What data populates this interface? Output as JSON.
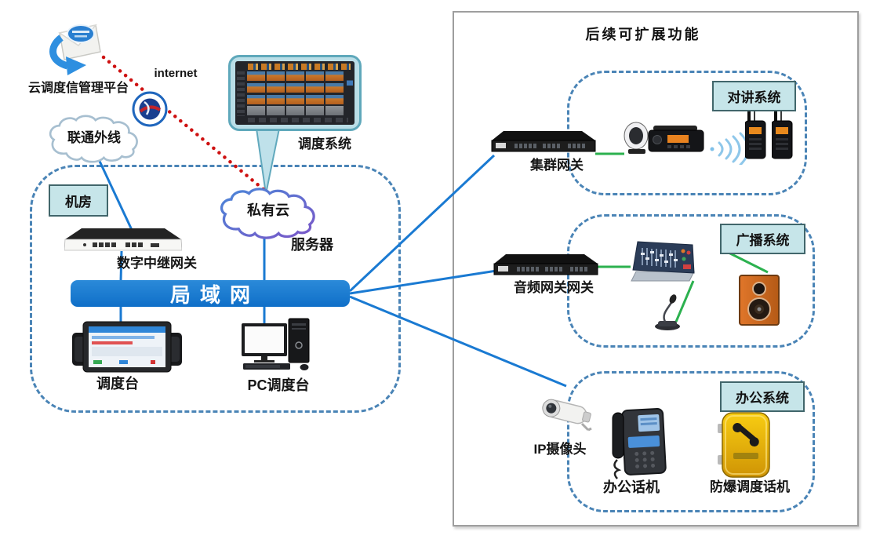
{
  "diagram": {
    "platform_label": "云调度信管理平台",
    "internet_label": "internet",
    "unicom_cloud": "联通外线",
    "room": "机房",
    "trunk_gateway": "数字中继网关",
    "private_cloud": "私有云",
    "server": "服务器",
    "dispatch_system": "调度系统",
    "lan": "局域网",
    "console": "调度台",
    "pc_console": "PC调度台"
  },
  "expansion": {
    "title": "后续可扩展功能",
    "groups": [
      {
        "device": "集群网关",
        "system": "对讲系统"
      },
      {
        "device": "音频网关网关",
        "system": "广播系统"
      },
      {
        "camera": "IP摄像头",
        "office_phone": "办公话机",
        "exproof_phone": "防爆调度话机",
        "system": "办公系统"
      }
    ]
  },
  "colors": {
    "lan_bar_blue": "#1478d0",
    "line_blue": "#1a7ad2",
    "line_green": "#2cb14f",
    "line_red_dotted": "#ce1111",
    "dashed_border": "#4a84b6",
    "system_box_fill": "#c6e5e9",
    "system_box_border": "#41666b",
    "outer_panel_border": "#9e9e9e",
    "callout_fill": "#badee7"
  }
}
